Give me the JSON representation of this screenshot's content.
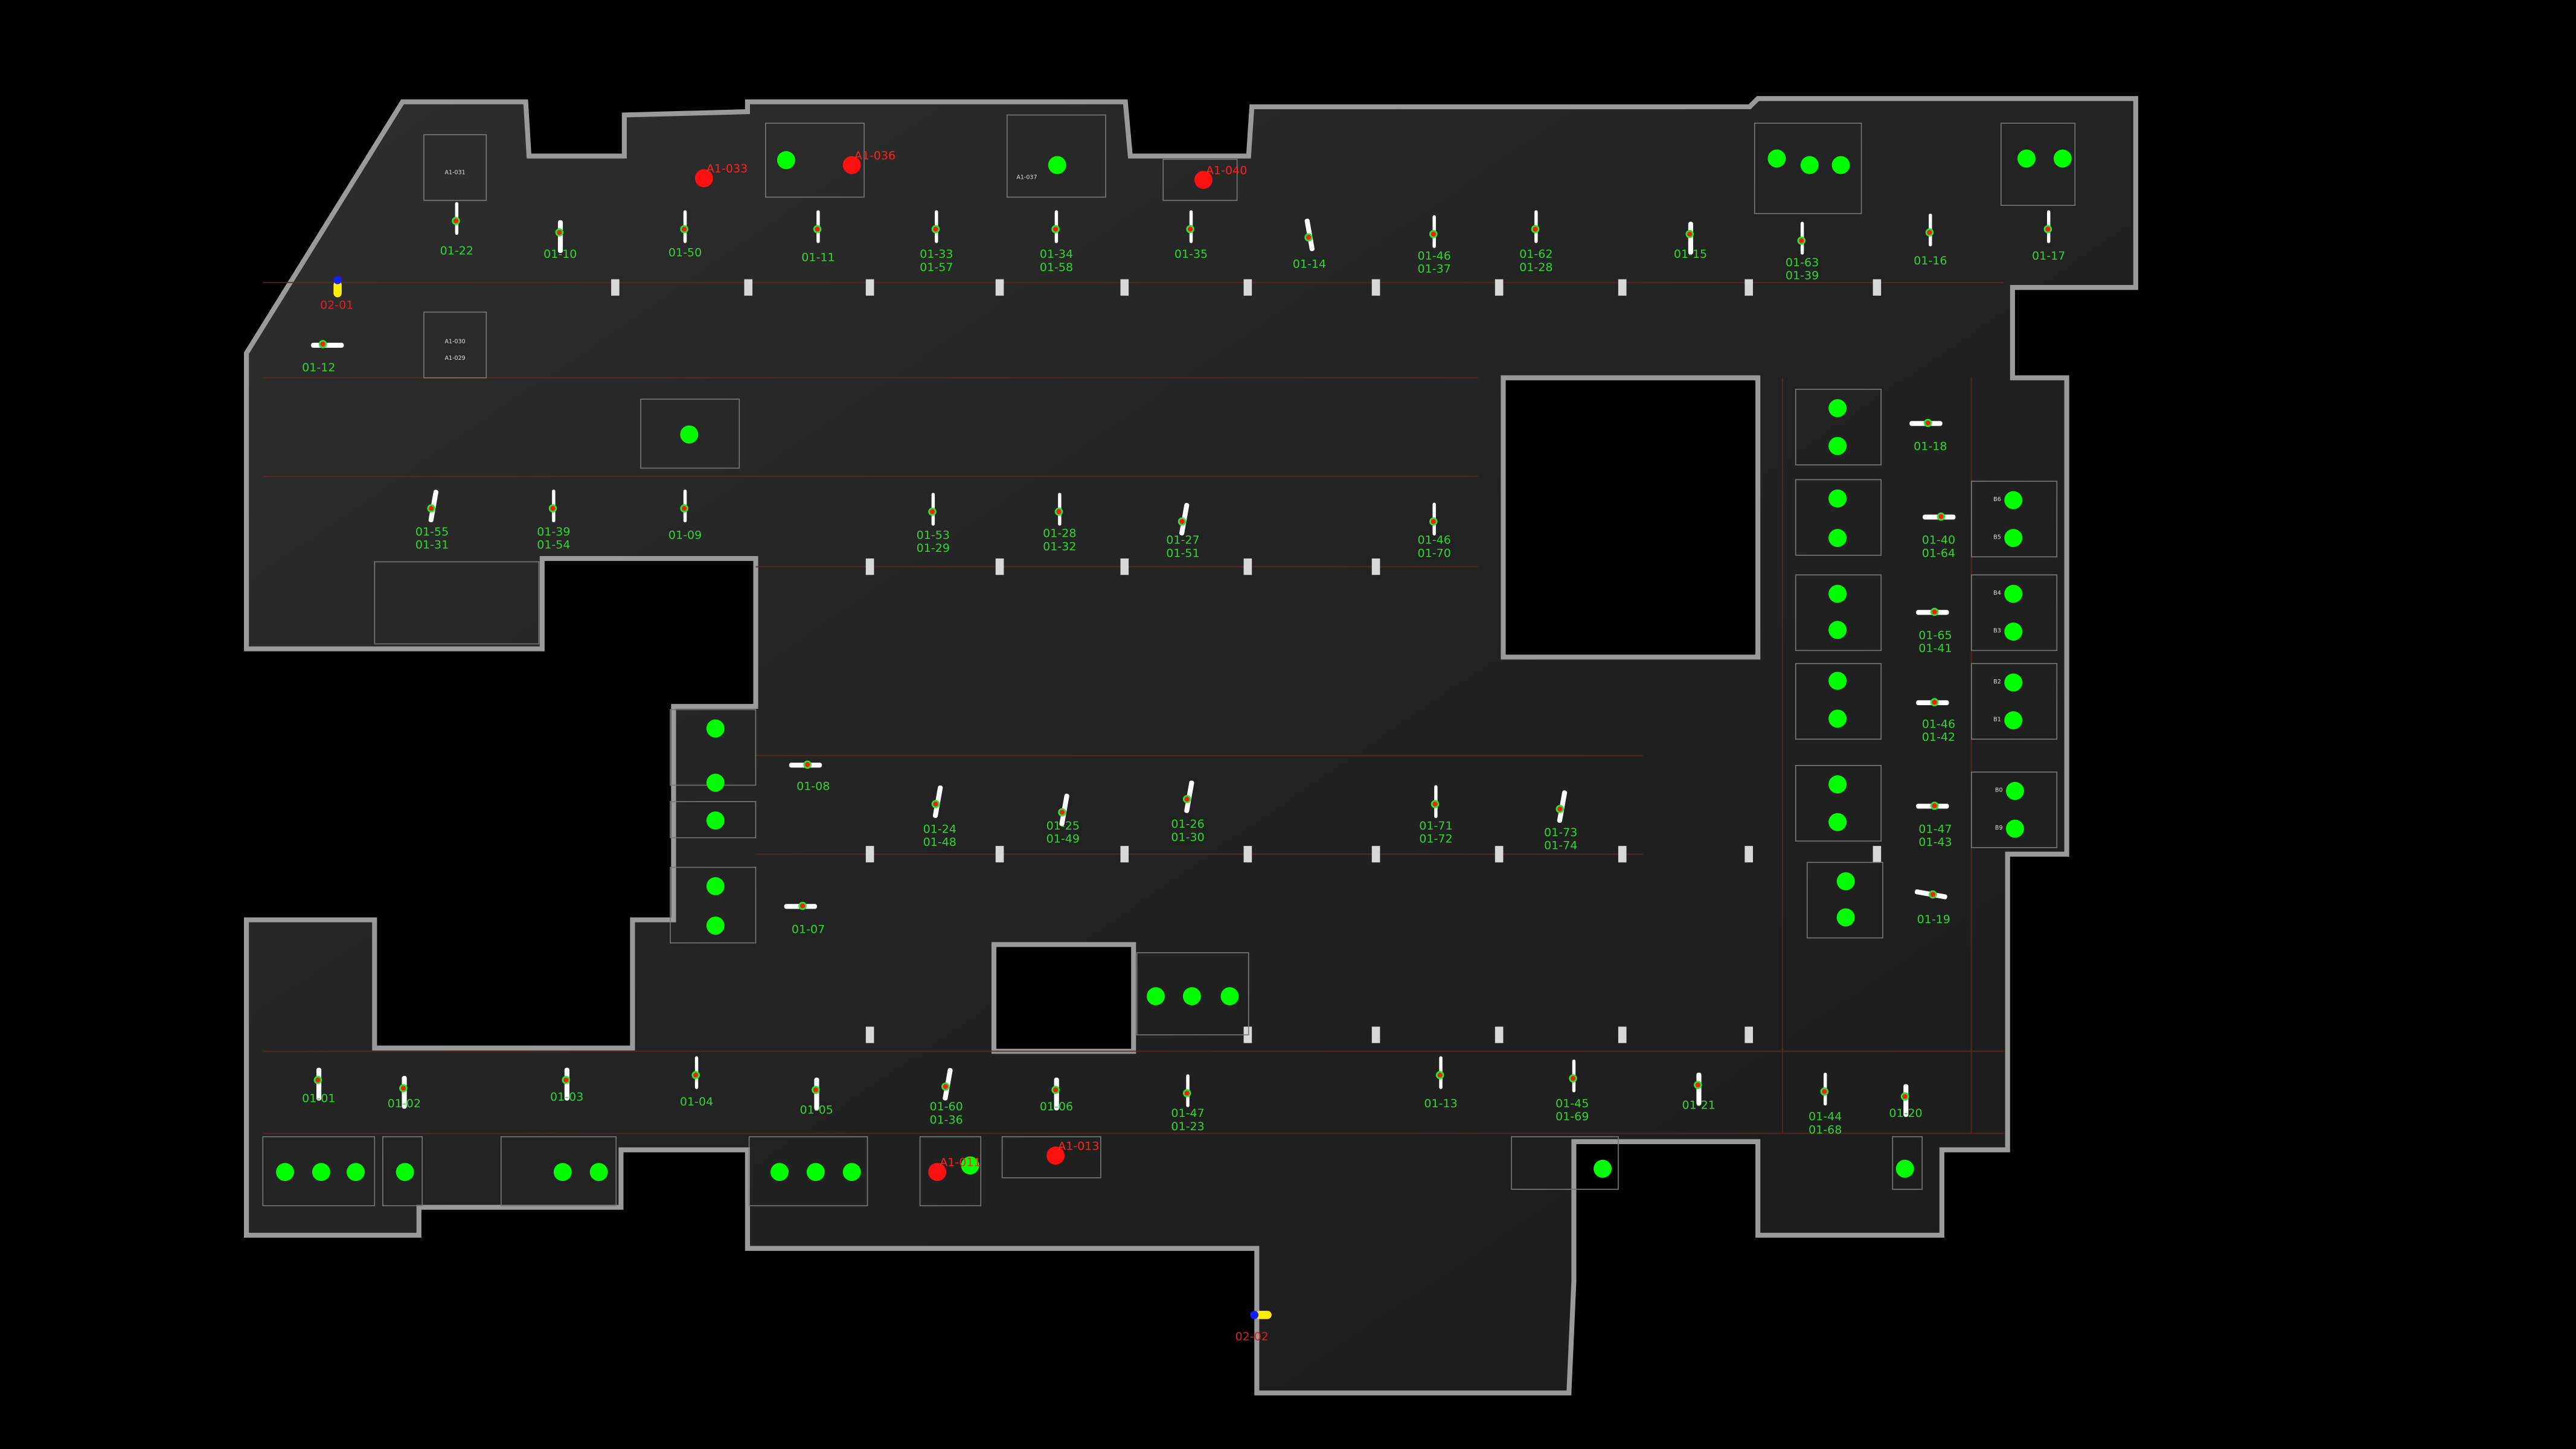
{
  "title": "Parking garage level 01 camera coverage map",
  "colors": {
    "background": "#000000",
    "floor": "#262626",
    "wall": "#9a9a9a",
    "free_spot": "#00ff00",
    "occupied_spot": "#ff1010",
    "camera_label": "#2fd62f",
    "marker_label": "#e02020",
    "marker_primary": "#ffee00",
    "marker_secondary": "#1020ff"
  },
  "cameras": [
    {
      "labels": [
        "01-22"
      ]
    },
    {
      "labels": [
        "01-10"
      ]
    },
    {
      "labels": [
        "01-50"
      ]
    },
    {
      "labels": [
        "01-11"
      ]
    },
    {
      "labels": [
        "01-33",
        "01-57"
      ]
    },
    {
      "labels": [
        "01-34",
        "01-58"
      ]
    },
    {
      "labels": [
        "01-35"
      ]
    },
    {
      "labels": [
        "01-14"
      ]
    },
    {
      "labels": [
        "01-46",
        "01-37"
      ]
    },
    {
      "labels": [
        "01-62",
        "01-28"
      ]
    },
    {
      "labels": [
        "01-15"
      ]
    },
    {
      "labels": [
        "01-63",
        "01-39"
      ]
    },
    {
      "labels": [
        "01-16"
      ]
    },
    {
      "labels": [
        "01-17"
      ]
    },
    {
      "labels": [
        "01-12"
      ]
    },
    {
      "labels": [
        "01-18"
      ]
    },
    {
      "labels": [
        "01-40",
        "01-64"
      ]
    },
    {
      "labels": [
        "01-65",
        "01-41"
      ]
    },
    {
      "labels": [
        "01-46",
        "01-42"
      ]
    },
    {
      "labels": [
        "01-47",
        "01-43"
      ]
    },
    {
      "labels": [
        "01-19"
      ]
    },
    {
      "labels": [
        "01-55",
        "01-31"
      ]
    },
    {
      "labels": [
        "01-39",
        "01-54"
      ]
    },
    {
      "labels": [
        "01-09"
      ]
    },
    {
      "labels": [
        "01-53",
        "01-29"
      ]
    },
    {
      "labels": [
        "01-28",
        "01-32"
      ]
    },
    {
      "labels": [
        "01-27",
        "01-51"
      ]
    },
    {
      "labels": [
        "01-46",
        "01-70"
      ]
    },
    {
      "labels": [
        "01-08"
      ]
    },
    {
      "labels": [
        "01-24",
        "01-48"
      ]
    },
    {
      "labels": [
        "01-25",
        "01-49"
      ]
    },
    {
      "labels": [
        "01-26",
        "01-30"
      ]
    },
    {
      "labels": [
        "01-71",
        "01-72"
      ]
    },
    {
      "labels": [
        "01-73",
        "01-74"
      ]
    },
    {
      "labels": [
        "01-07"
      ]
    },
    {
      "labels": [
        "01-01"
      ]
    },
    {
      "labels": [
        "01-02"
      ]
    },
    {
      "labels": [
        "01-03"
      ]
    },
    {
      "labels": [
        "01-04"
      ]
    },
    {
      "labels": [
        "01-05"
      ]
    },
    {
      "labels": [
        "01-60",
        "01-36"
      ]
    },
    {
      "labels": [
        "01-06"
      ]
    },
    {
      "labels": [
        "01-47",
        "01-23"
      ]
    },
    {
      "labels": [
        "01-13"
      ]
    },
    {
      "labels": [
        "01-45",
        "01-69"
      ]
    },
    {
      "labels": [
        "01-21"
      ]
    },
    {
      "labels": [
        "01-44",
        "01-68"
      ]
    },
    {
      "labels": [
        "01-20"
      ]
    }
  ],
  "occupied_spots": [
    {
      "label": "A1-033"
    },
    {
      "label": "A1-036"
    },
    {
      "label": "A1-040"
    },
    {
      "label": "A1-011"
    },
    {
      "label": "A1-013"
    }
  ],
  "bay_tags": [
    {
      "label": "B6"
    },
    {
      "label": "B5"
    },
    {
      "label": "B4"
    },
    {
      "label": "B3"
    },
    {
      "label": "B2"
    },
    {
      "label": "B1"
    },
    {
      "label": "B0"
    },
    {
      "label": "B9"
    },
    {
      "label": "A1-031"
    },
    {
      "label": "A1-030"
    },
    {
      "label": "A1-029"
    },
    {
      "label": "A1-037"
    }
  ],
  "markers": [
    {
      "label": "02-01"
    },
    {
      "label": "02-02"
    }
  ],
  "free_spot_count": 48
}
